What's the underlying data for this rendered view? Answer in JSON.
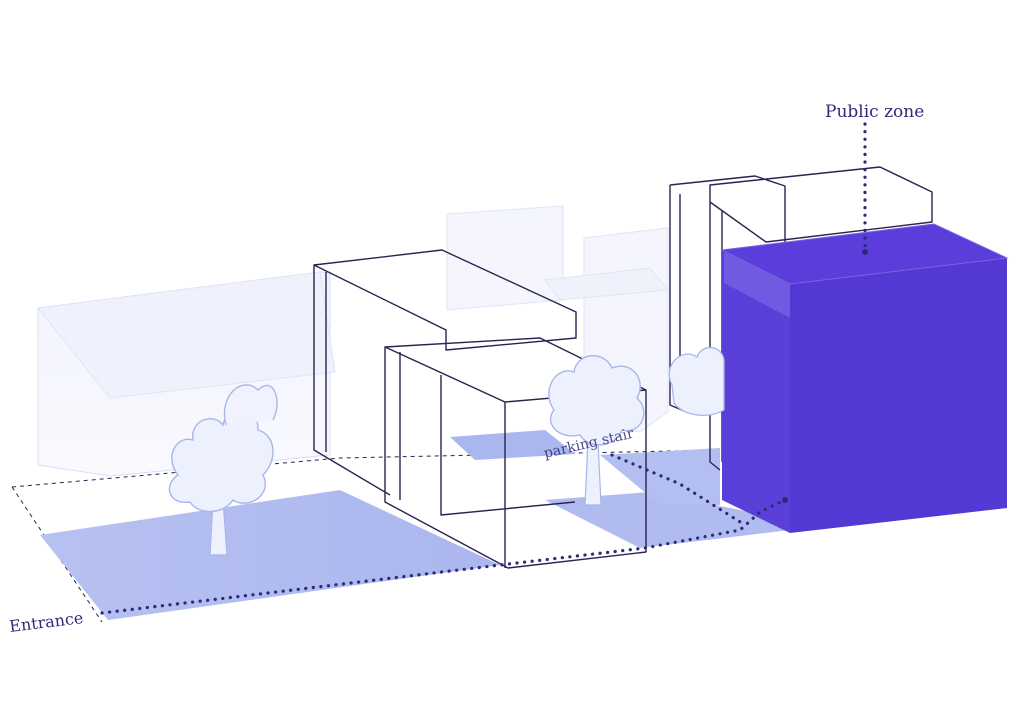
{
  "labels": {
    "public_zone": "Public zone",
    "parking_stair": "parking stair",
    "entrance": "Entrance"
  },
  "colors": {
    "ink": "#2e2a7a",
    "outline": "#2a2350",
    "public_zone": "#5438d3",
    "public_zone_side": "#5b3fd9",
    "ground_fill": "#b3bdf0",
    "ghost_fill": "#e7ebfb",
    "tree_stroke": "#a9b6ea",
    "tree_fill": "#edf0fd"
  },
  "icons": [
    "tree-icon",
    "tree-icon",
    "tree-icon"
  ]
}
